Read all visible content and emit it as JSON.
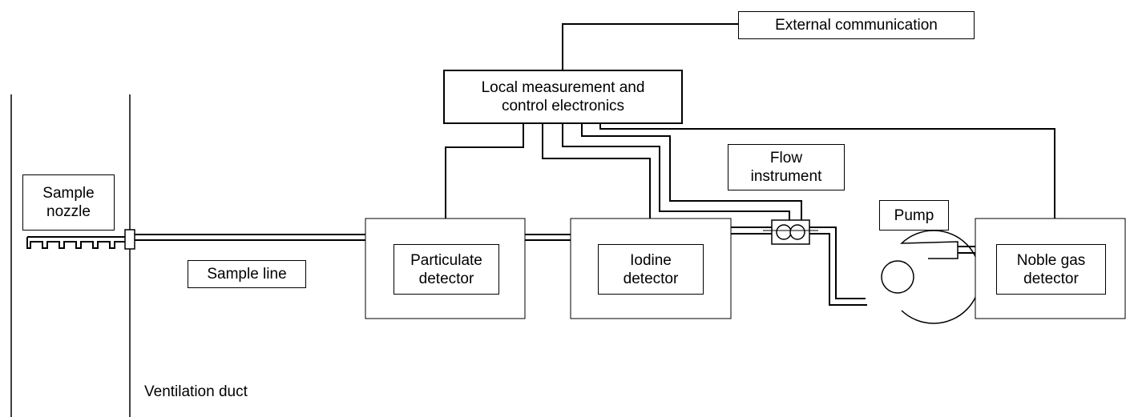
{
  "labels": {
    "external_communication": "External communication",
    "local_electronics": "Local measurement and\ncontrol electronics",
    "sample_nozzle": "Sample\nnozzle",
    "sample_line": "Sample line",
    "particulate_detector": "Particulate\ndetector",
    "iodine_detector": "Iodine\ndetector",
    "flow_instrument": "Flow\ninstrument",
    "pump": "Pump",
    "noble_gas_detector": "Noble gas\ndetector",
    "ventilation_duct": "Ventilation duct"
  }
}
